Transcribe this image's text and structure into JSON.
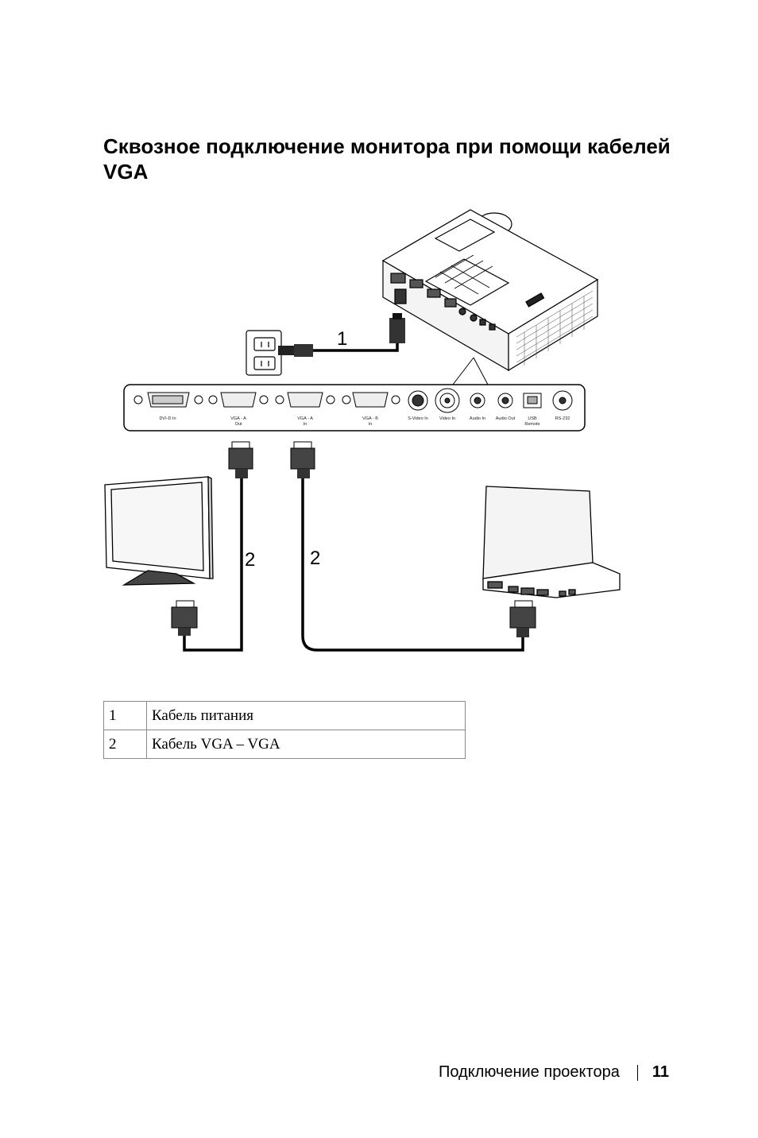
{
  "heading": {
    "line1": "Сквозное подключение монитора при помощи кабелей",
    "line2": "VGA"
  },
  "diagram": {
    "callouts": [
      "1",
      "2",
      "2"
    ],
    "ports": {
      "dvi": "DVI-D In",
      "vga_a_out_1": "VGA - A",
      "vga_a_out_2": "Out",
      "vga_a_in_1": "VGA - A",
      "vga_a_in_2": "In",
      "vga_b_in_1": "VGA - B",
      "vga_b_in_2": "In",
      "svideo": "S-Video In",
      "video": "Video In",
      "audio_in": "Audio In",
      "audio_out": "Audio Out",
      "usb_1": "USB",
      "usb_2": "Remote",
      "rs232": "RS-232"
    }
  },
  "legend": [
    {
      "num": "1",
      "desc": "Кабель питания"
    },
    {
      "num": "2",
      "desc": "Кабель VGA – VGA"
    }
  ],
  "footer": {
    "section": "Подключение проектора",
    "page": "11"
  }
}
